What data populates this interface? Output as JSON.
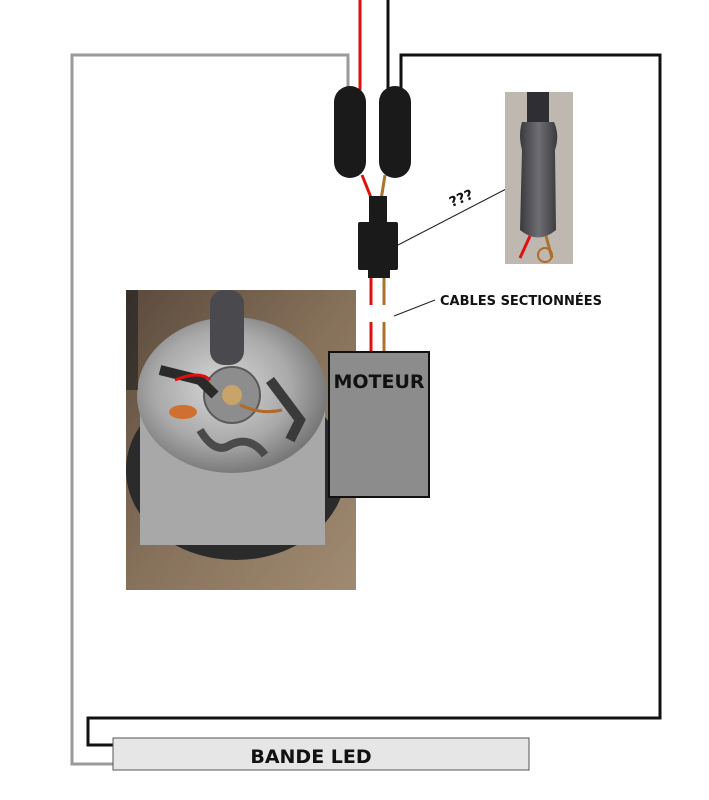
{
  "labels": {
    "unknown": "???",
    "cut_cables": "CABLES SECTIONNÉES",
    "motor": "MOTEUR",
    "led_strip": "BANDE LED"
  },
  "colors": {
    "wire_red": "#e01010",
    "wire_black": "#111111",
    "wire_gray": "#9a9a9a",
    "wire_brown": "#a8742c",
    "motor_box": "#8c8c8c",
    "led_strip": "#e6e6e6",
    "connector": "#1a1a1a"
  },
  "photos": {
    "motor_photo": "photo-of-dc-motor",
    "connector_photo": "photo-of-heatshrink-connector"
  }
}
